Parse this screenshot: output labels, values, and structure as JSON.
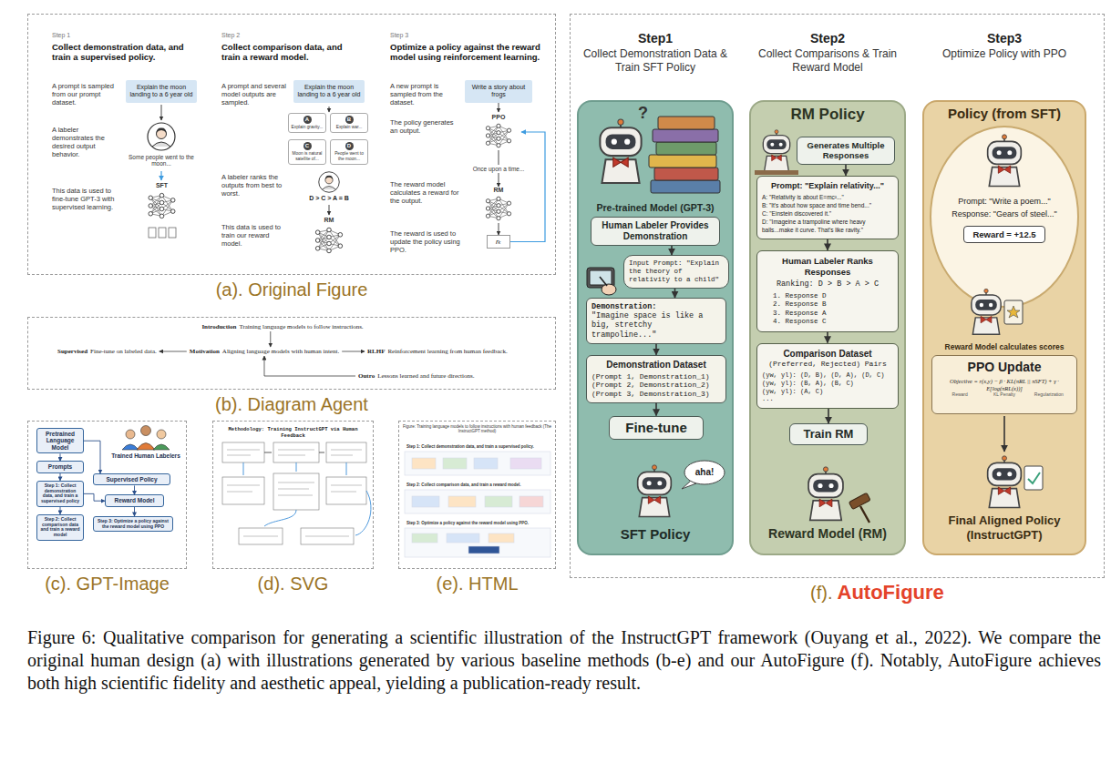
{
  "diagram": {
    "caption": "Figure 6: Qualitative comparison for generating a scientific illustration of the InstructGPT framework (Ouyang et al., 2022). We compare the original human design (a) with illustrations generated by various baseline methods (b-e) and our AutoFigure (f). Notably, AutoFigure achieves both high scientific fidelity and aesthetic appeal, yielding a publication-ready result.",
    "nodes": [
      {
        "text": [
          "(a). Original Figure"
        ]
      },
      {
        "text": [
          "Explain the moon landing to a 6 year old"
        ],
        "in": 0
      },
      {
        "text": [
          "SFT"
        ],
        "in": 0
      },
      {
        "text": [
          "Explain the moon landing to a 6 year old"
        ],
        "in": 0
      },
      {
        "text": [
          "A",
          "Explain gravity..."
        ],
        "in": 0
      },
      {
        "text": [
          "B",
          "Explain war..."
        ],
        "in": 0
      },
      {
        "text": [
          "C",
          "Moon is natural satellite of..."
        ],
        "in": 0
      },
      {
        "text": [
          "D",
          "People went to the moon..."
        ],
        "in": 0
      },
      {
        "text": [
          "RM"
        ],
        "in": 0
      },
      {
        "text": [
          "Write a story about frogs"
        ],
        "in": 0
      },
      {
        "text": [
          "PPO"
        ],
        "in": 0
      },
      {
        "text": [
          "RM"
        ],
        "in": 0
      },
      {
        "text": [
          "rₖ"
        ],
        "in": 0
      },
      {
        "text": [
          "(b). Diagram Agent"
        ]
      },
      {
        "text": [
          "Introduction",
          "Training language models to follow instructions."
        ],
        "in": 13
      },
      {
        "text": [
          "Supervised",
          "Fine-tune on labeled data."
        ],
        "in": 13
      },
      {
        "text": [
          "Motivation",
          "Aligning language models with human intent."
        ],
        "in": 13
      },
      {
        "text": [
          "RLHF",
          "Reinforcement learning from human feedback."
        ],
        "in": 13
      },
      {
        "text": [
          "Outro",
          "Lessons learned and future directions."
        ],
        "in": 13
      },
      {
        "text": [
          "(c). GPT-Image"
        ]
      },
      {
        "text": [
          "Pretrained Language Model"
        ],
        "in": 19
      },
      {
        "text": [
          "Prompts"
        ],
        "in": 19
      },
      {
        "text": [
          "Supervised Policy"
        ],
        "in": 19
      },
      {
        "text": [
          "Step 1: Collect demonstration data, and train a supervised policy"
        ],
        "in": 19
      },
      {
        "text": [
          "Reward Model"
        ],
        "in": 19
      },
      {
        "text": [
          "Step 2: Collect comparison data and train a reward model"
        ],
        "in": 19
      },
      {
        "text": [
          "Step 3: Optimize a policy against the reward model using PPO"
        ],
        "in": 19
      },
      {
        "text": [
          "(d). SVG"
        ]
      },
      {
        "text": [
          "(e). HTML"
        ]
      },
      {
        "text": [
          "(f).",
          "AutoFigure"
        ]
      },
      {
        "text": [
          "Step1",
          "Collect Demonstration Data & Train SFT Policy",
          "Pre-trained Model (GPT-3)",
          "SFT Policy"
        ],
        "in": 29
      },
      {
        "text": [
          "Human Labeler Provides Demonstration"
        ],
        "in": 30
      },
      {
        "text": [
          "Input Prompt: \"Explain the theory of relativity to a child\""
        ],
        "in": 30
      },
      {
        "text": [
          "Demonstration:",
          "\"Imagine space is like a big, stretchy trampoline...\""
        ],
        "in": 30
      },
      {
        "text": [
          "Demonstration Dataset",
          "(Prompt 1, Demonstration_1)",
          "(Prompt 2, Demonstration_2)",
          "(Prompt 3, Demonstration_3)"
        ],
        "in": 30
      },
      {
        "text": [
          "Fine-tune"
        ],
        "in": 30
      },
      {
        "text": [
          "Step2",
          "Collect Comparisons & Train Reward Model",
          "RM Policy",
          "Reward Model (RM)"
        ],
        "in": 29
      },
      {
        "text": [
          "Generates Multiple Responses"
        ],
        "in": 36
      },
      {
        "text": [
          "Prompt: \"Explain relativity...\"",
          "A: \"Relativity is about E=mc²...\"",
          "B: \"It's about how space and time bend...\"",
          "C: \"Einstein discovered it.\"",
          "D: \"Imageine a trampoline where heavy balls...make it curve. That's like ravity.\""
        ],
        "in": 36
      },
      {
        "text": [
          "Human Labeler Ranks Responses",
          "Ranking: D > B > A > C",
          "1. Response D",
          "2. Response B",
          "3. Response A",
          "4. Response C"
        ],
        "in": 36
      },
      {
        "text": [
          "Comparison Dataset",
          "(Preferred, Rejected) Pairs",
          "(yw, yl): (D, B), (D, A), (D, C)",
          "(yw, yl): (B, A), (B, C)",
          "(yw, yl): (A, C)",
          "..."
        ],
        "in": 36
      },
      {
        "text": [
          "Train RM"
        ],
        "in": 36
      },
      {
        "text": [
          "Step3",
          "Optimize Policy with PPO",
          "Policy (from SFT)",
          "Reward Model calculates scores",
          "Final Aligned Policy (InstructGPT)"
        ],
        "in": 29
      },
      {
        "text": [
          "Prompt: \"Write a poem...\"",
          "Response: \"Gears of steel...\""
        ],
        "in": 42
      },
      {
        "text": [
          "Reward = +12.5"
        ],
        "in": 43
      },
      {
        "text": [
          "PPO Update",
          "Objective = r(x,y) − β · KL(πRL || πSFT) + γ · E[log(πRL(x))]",
          "Reward",
          "KL Penalty",
          "Regularization"
        ],
        "in": 42
      }
    ],
    "edges": [
      {
        "from": 10,
        "to": 11,
        "arrow": "to",
        "label": "Once upon a time..."
      },
      {
        "from": 11,
        "to": 12,
        "arrow": "to"
      },
      {
        "from": 12,
        "to": 10,
        "arrow": "to"
      },
      {
        "from": 14,
        "to": 16,
        "arrow": "to"
      },
      {
        "from": 16,
        "to": 15,
        "arrow": "to"
      },
      {
        "from": 16,
        "to": 17,
        "arrow": "to"
      },
      {
        "from": 18,
        "to": 16,
        "arrow": "to"
      },
      {
        "from": 20,
        "to": 21,
        "arrow": "to"
      },
      {
        "from": 21,
        "to": 23,
        "arrow": "to"
      },
      {
        "from": 23,
        "to": 25,
        "arrow": "to"
      },
      {
        "from": 20,
        "to": 22,
        "arrow": "to"
      },
      {
        "from": 22,
        "to": 24,
        "arrow": "to"
      },
      {
        "from": 24,
        "to": 26,
        "arrow": "to"
      },
      {
        "from": 23,
        "to": 24,
        "arrow": "to"
      },
      {
        "from": 31,
        "to": 32,
        "arrow": "to"
      },
      {
        "from": 32,
        "to": 33,
        "arrow": "to"
      },
      {
        "from": 33,
        "to": 34,
        "arrow": "to"
      },
      {
        "from": 34,
        "to": 35,
        "arrow": "to"
      },
      {
        "from": 37,
        "to": 38,
        "arrow": "to"
      },
      {
        "from": 38,
        "to": 39,
        "arrow": "to"
      },
      {
        "from": 39,
        "to": 40,
        "arrow": "to"
      },
      {
        "from": 40,
        "to": 41,
        "arrow": "to"
      }
    ],
    "labels": [
      "Step 1",
      "Collect demonstration data, and train a supervised policy.",
      "A prompt is sampled from our prompt dataset.",
      "A labeler demonstrates the desired output behavior.",
      "Some people went to the moon...",
      "This data is used to fine-tune GPT-3 with supervised learning.",
      "Step 2",
      "Collect comparison data, and train a reward model.",
      "A prompt and several model outputs are sampled.",
      "A labeler ranks the outputs from best to worst.",
      "D > C > A = B",
      "This data is used to train our reward model.",
      "Step 3",
      "Optimize a policy against the reward model using reinforcement learning.",
      "A new prompt is sampled from the dataset.",
      "The policy generates an output.",
      "The reward model calculates a reward for the output.",
      "The reward is used to update the policy using PPO.",
      "Trained Human Labelers",
      "Methodology: Training InstructGPT via Human Feedback",
      "Figure: Training language models to follow instructions with human feedback (The InstructGPT method)",
      "Step 1: Collect demonstration data, and train a supervised policy.",
      "Step 2: Collect comparison data, and train a reward model.",
      "Step 3: Optimize a policy against the reward model using PPO.",
      "?",
      "aha!"
    ]
  }
}
